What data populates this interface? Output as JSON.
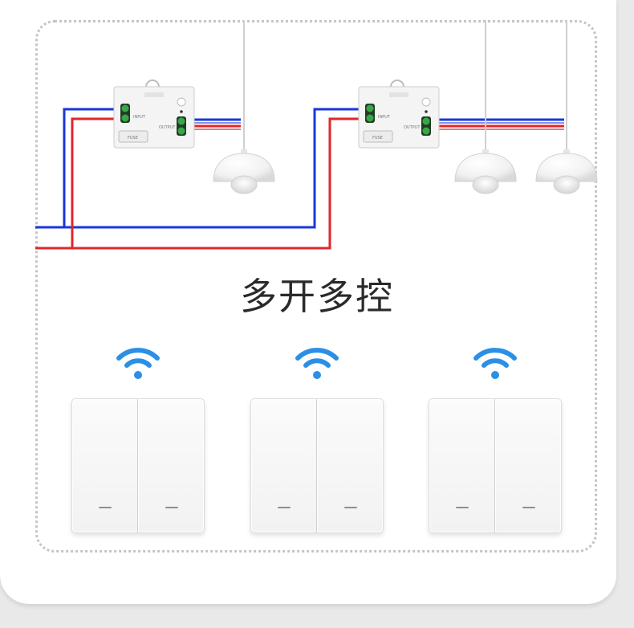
{
  "title": "多开多控",
  "colors": {
    "live_wire": "#e0262b",
    "neutral_wire": "#1a37d8",
    "wifi": "#2b8fe6",
    "frame_border": "#c5c5c5"
  },
  "modules": [
    {
      "input_label": "INPUT",
      "output_label": "OUTPUT",
      "fuse_label": "FUSE"
    },
    {
      "input_label": "INPUT",
      "output_label": "OUTPUT",
      "fuse_label": "FUSE"
    }
  ],
  "switches": [
    {
      "name": "switch-1",
      "gangs": 2,
      "icon": "wifi-icon"
    },
    {
      "name": "switch-2",
      "gangs": 2,
      "icon": "wifi-icon"
    },
    {
      "name": "switch-3",
      "gangs": 2,
      "icon": "wifi-icon"
    }
  ],
  "lamps": [
    {
      "name": "lamp-1",
      "icon": "pendant-lamp-icon"
    },
    {
      "name": "lamp-2",
      "icon": "pendant-lamp-icon"
    },
    {
      "name": "lamp-3",
      "icon": "pendant-lamp-icon"
    }
  ]
}
